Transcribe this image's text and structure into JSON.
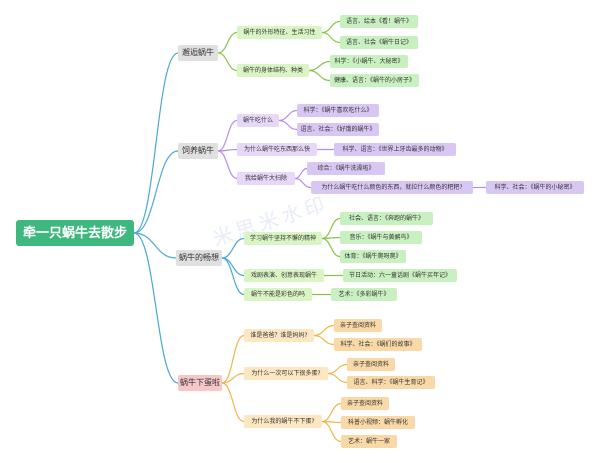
{
  "root": "牵一只蜗牛去散步",
  "watermark": "米思米水印",
  "colors": {
    "branch_blue": "#4aa8d8",
    "branch_green": "#8bc34a",
    "branch_purple": "#b58cf0",
    "branch_orange": "#f0b44a",
    "root_bg": "#3fb87f"
  },
  "branches": [
    {
      "label": "邂逅蜗牛",
      "children": [
        {
          "label": "蜗牛的外形特征、生活习性",
          "items": [
            "语言、绘本《看！蜗牛》",
            "语言、社会《蜗牛日记》"
          ]
        },
        {
          "label": "蜗牛的身体结构、种类",
          "items": [
            "科学：《小蜗牛、大秘密》",
            "健康、语言：《蜗牛的小房子》"
          ]
        }
      ]
    },
    {
      "label": "饲养蜗牛",
      "children": [
        {
          "label": "蜗牛吃什么",
          "items": [
            "科学：《蜗牛喜欢吃什么》",
            "语言、社会：《好饿的蜗牛》"
          ]
        },
        {
          "label": "为什么蜗牛吃东西那么快",
          "items": [
            "科学、语言：《世界上牙齿最多的动物》"
          ]
        },
        {
          "label": "我给蜗牛大扫除",
          "items": [
            "综合：《蜗牛洗澡啦》",
            "为什么蜗牛吃什么颜色的东西，就拉什么颜色的粑粑?"
          ],
          "extra": "科学、社会：《蜗牛的小秘密》"
        }
      ]
    },
    {
      "label": "蜗牛的畅想",
      "children": [
        {
          "label": "学习蜗牛坚持不懈的精神",
          "items": [
            "社会、语言：《奔跑的蜗牛》",
            "音乐：《蜗牛与黄鹂鸟》",
            "体育：《蜗牛爬呀爬》"
          ]
        },
        {
          "label": "戏剧表演、创意表现蜗牛",
          "items": [
            "节日活动：六一童话剧《蜗牛买年记》"
          ]
        },
        {
          "label": "蜗牛不能是彩色的吗",
          "items": [
            "艺术：《多彩蜗牛》"
          ]
        }
      ]
    },
    {
      "label": "蜗牛下蛋啦",
      "children": [
        {
          "label": "谁是爸爸？谁是妈妈?",
          "items": [
            "亲子查阅资料",
            "科学、社会：《蜗们的故事》"
          ]
        },
        {
          "label": "为什么一次可以下很多蛋?",
          "items": [
            "亲子查阅资料",
            "语言、科学：《蜗牛生育记》"
          ]
        },
        {
          "label": "为什么我的蜗牛不下蛋?",
          "items": [
            "亲子查阅资料",
            "科普小视频：蜗牛孵化",
            "艺术：蜗牛一家"
          ]
        }
      ]
    }
  ]
}
